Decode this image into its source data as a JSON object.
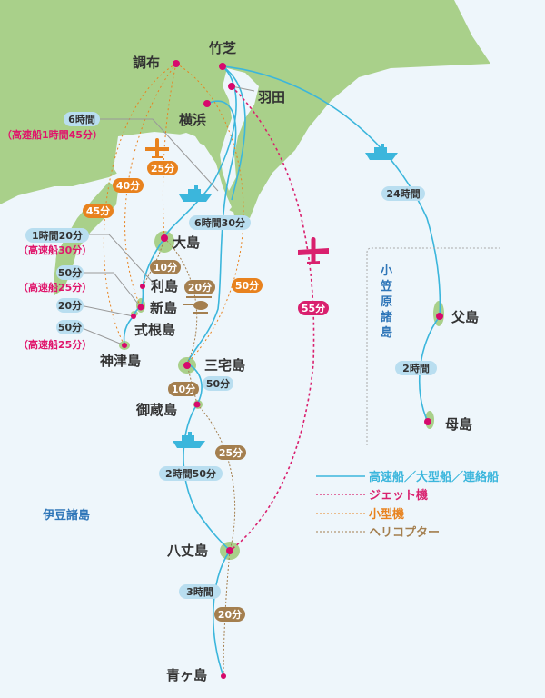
{
  "colors": {
    "sea": "#eef6fb",
    "land": "#a9d08a",
    "ship": "#3bb6dc",
    "jet": "#d9206e",
    "small_plane": "#e8821e",
    "helicopter": "#a47f4f",
    "dot": "#d7096d",
    "pill_ship": "#b9def0",
    "pill_plane": "#e8821e",
    "pill_heli": "#a47f4f",
    "region_text": "#2f76b8"
  },
  "places": {
    "chofu": "調布",
    "takeshiba": "竹芝",
    "haneda": "羽田",
    "yokohama": "横浜",
    "oshima": "大島",
    "toshima": "利島",
    "niijima": "新島",
    "shikinejima": "式根島",
    "kozushima": "神津島",
    "miyakejima": "三宅島",
    "mikurajima": "御蔵島",
    "hachijojima": "八丈島",
    "aogashima": "青ヶ島",
    "chichijima": "父島",
    "hahajima": "母島"
  },
  "regions": {
    "izu": "伊豆諸島",
    "ogasawara": [
      "小",
      "笠",
      "原",
      "諸",
      "島"
    ]
  },
  "times": {
    "kozu_ship": "6時間",
    "kozu_fast": "（高速船1時間45分）",
    "oshima_ship": "1時間20分",
    "oshima_fast": "（高速船30分）",
    "toshima_ship": "50分",
    "toshima_fast": "（高速船25分）",
    "niijima_ship": "20分",
    "shikine_ship": "50分",
    "shikine_fast": "（高速船25分）",
    "plane_oshima": "25分",
    "plane_niijima": "40分",
    "plane_kozu": "45分",
    "plane_miyake": "50分",
    "miyake_ship": "6時間30分",
    "heli_oshima_toshima": "10分",
    "heli_toshima_miyake": "20分",
    "heli_miyake_mikura": "10分",
    "mikura_ship": "50分",
    "heli_mikura_hachijo": "25分",
    "hachijo_ship": "2時間50分",
    "jet_hachijo": "55分",
    "ogasawara_ship": "24時間",
    "chichi_haha_ship": "2時間",
    "aogashima_ship": "3時間",
    "heli_aogashima": "20分"
  },
  "legend": {
    "ship": "高速船／大型船／連絡船",
    "jet": "ジェット機",
    "small_plane": "小型機",
    "helicopter": "ヘリコプター"
  }
}
